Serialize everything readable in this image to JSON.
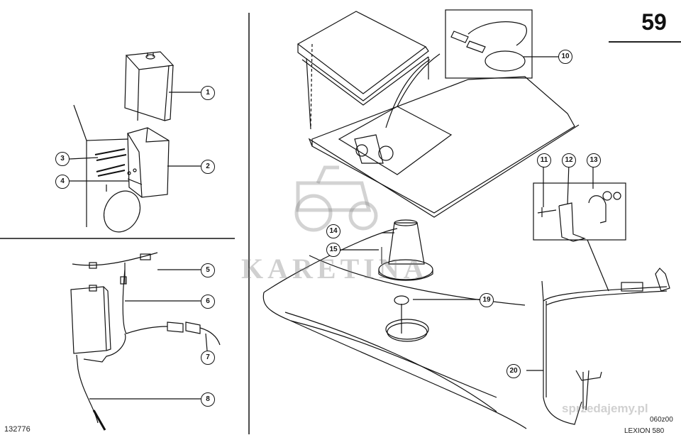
{
  "page_number": "59",
  "doc_number": "132776",
  "drawing_code": "060z00",
  "model": "LEXION 580",
  "watermark": "KARETINA",
  "marketplace_mark": "sprzedajemy.pl",
  "callouts": [
    "1",
    "2",
    "3",
    "4",
    "5",
    "6",
    "7",
    "8",
    "10",
    "11",
    "12",
    "13",
    "14",
    "15",
    "19",
    "20"
  ]
}
